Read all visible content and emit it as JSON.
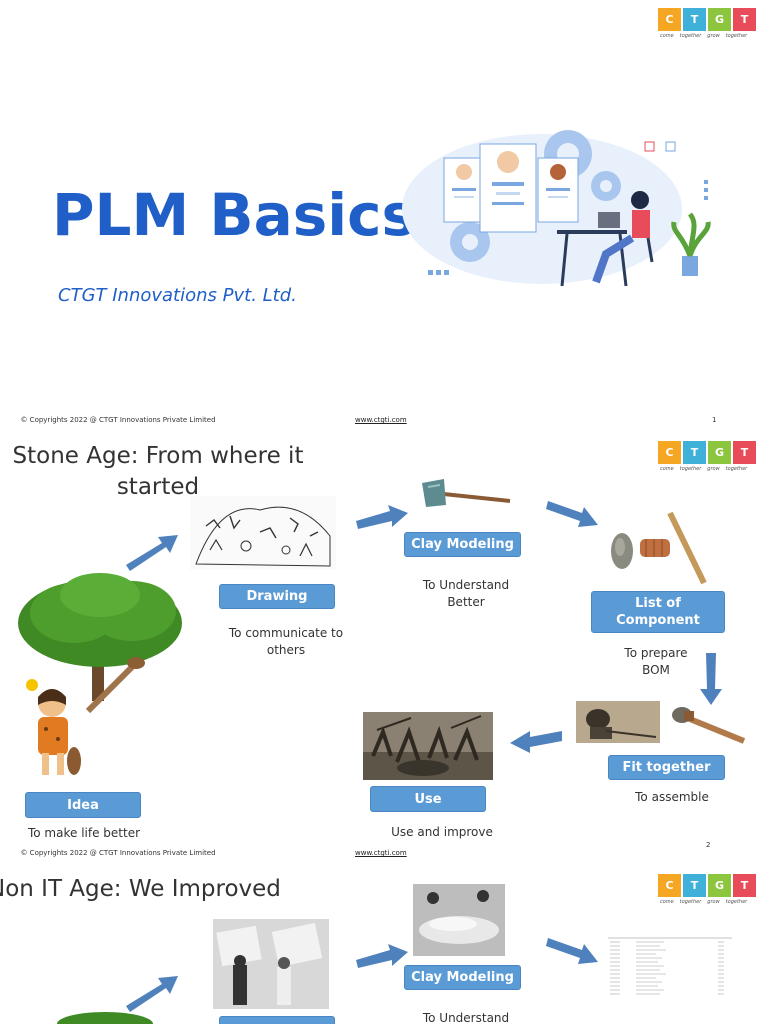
{
  "logo": {
    "letters": [
      "C",
      "T",
      "G",
      "T"
    ],
    "colors": [
      "#f5a623",
      "#3fb0d8",
      "#8cc63f",
      "#e84c5a"
    ],
    "tagline": [
      "come",
      "together",
      "grow",
      "together"
    ]
  },
  "slide1": {
    "title": "PLM Basics",
    "subtitle": "CTGT Innovations Pvt. Ltd.",
    "footer_copy": "© Copyrights 2022 @ CTGT Innovations Private Limited",
    "footer_link": "www.ctgti.com",
    "page_number": "1"
  },
  "slide2": {
    "title": "Stone Age: From where it started",
    "steps": {
      "drawing": {
        "label": "Drawing",
        "caption": "To communicate to others"
      },
      "clay": {
        "label": "Clay Modeling",
        "caption": "To Understand Better"
      },
      "list": {
        "label": "List of Component",
        "caption": "To prepare BOM"
      },
      "fit": {
        "label": "Fit together",
        "caption": "To assemble"
      },
      "use": {
        "label": "Use",
        "caption": "Use and improve"
      },
      "idea": {
        "label": "Idea",
        "caption": "To make life better"
      }
    },
    "footer_copy": "© Copyrights 2022 @ CTGT Innovations Private Limited",
    "footer_link": "www.ctgti.com",
    "page_number": "2"
  },
  "slide3": {
    "title": "Non IT Age: We Improved",
    "clay_label": "Clay Modeling",
    "clay_caption": "To Understand"
  }
}
